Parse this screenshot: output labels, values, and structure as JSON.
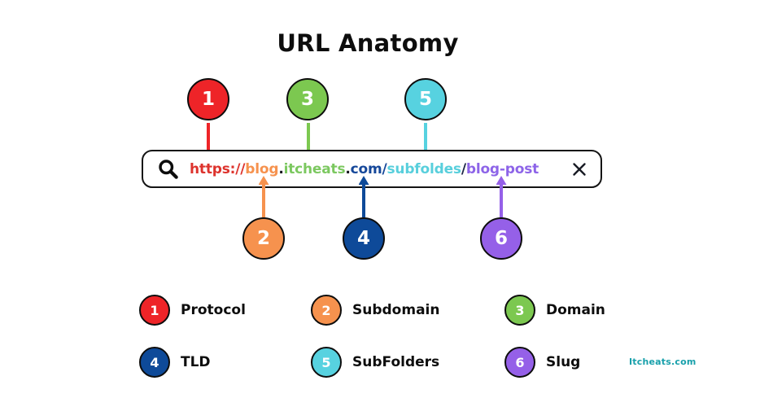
{
  "title": "URL Anatomy",
  "watermark": "Itcheats.com",
  "colors": {
    "watermark": "#18a0ab",
    "circle_border": "#0d0d0d",
    "bar_border": "#141414"
  },
  "markers": [
    {
      "number": "1",
      "label": "Protocol",
      "color": "#ee2428"
    },
    {
      "number": "2",
      "label": "Subdomain",
      "color": "#f6924e"
    },
    {
      "number": "3",
      "label": "Domain",
      "color": "#7cc850"
    },
    {
      "number": "4",
      "label": "TLD",
      "color": "#0e4a99"
    },
    {
      "number": "5",
      "label": "SubFolders",
      "color": "#57d2e0"
    },
    {
      "number": "6",
      "label": "Slug",
      "color": "#9560e8"
    }
  ],
  "search_bar": {
    "icons": {
      "left": "magnifying-glass",
      "right": "x-mark"
    },
    "url": "https://blog.itcheats.com/subfoldes/blog-post",
    "segments": [
      {
        "part": "protocol",
        "text": "https://",
        "color": "#dd332d"
      },
      {
        "part": "subdomain",
        "text": "blog",
        "color": "#f6924e"
      },
      {
        "part": "separator",
        "text": ".",
        "color": "#17171f"
      },
      {
        "part": "domain",
        "text": "itcheats",
        "color": "#7cc860"
      },
      {
        "part": "separator",
        "text": ".",
        "color": "#17171f"
      },
      {
        "part": "tld",
        "text": "com",
        "color": "#16489a"
      },
      {
        "part": "separator",
        "text": "/",
        "color": "#16489a"
      },
      {
        "part": "subfolders",
        "text": "subfoldes",
        "color": "#58cfdc"
      },
      {
        "part": "separator",
        "text": "/",
        "color": "#1d2547"
      },
      {
        "part": "slug",
        "text": "blog-post",
        "color": "#8d64e8"
      }
    ]
  }
}
